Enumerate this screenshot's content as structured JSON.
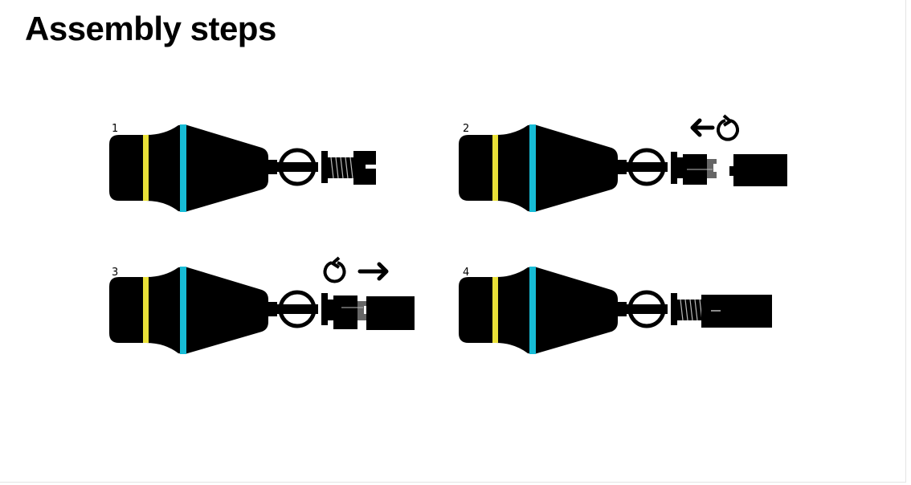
{
  "title": "Assembly steps",
  "steps": [
    {
      "label": "1",
      "action": "none"
    },
    {
      "label": "2",
      "action": "unscrew-left"
    },
    {
      "label": "3",
      "action": "screw-right"
    },
    {
      "label": "4",
      "action": "assembled"
    }
  ],
  "colors": {
    "band_yellow": "#e9e038",
    "band_cyan": "#17bcd6",
    "body": "#000000",
    "gray": "#666666"
  }
}
